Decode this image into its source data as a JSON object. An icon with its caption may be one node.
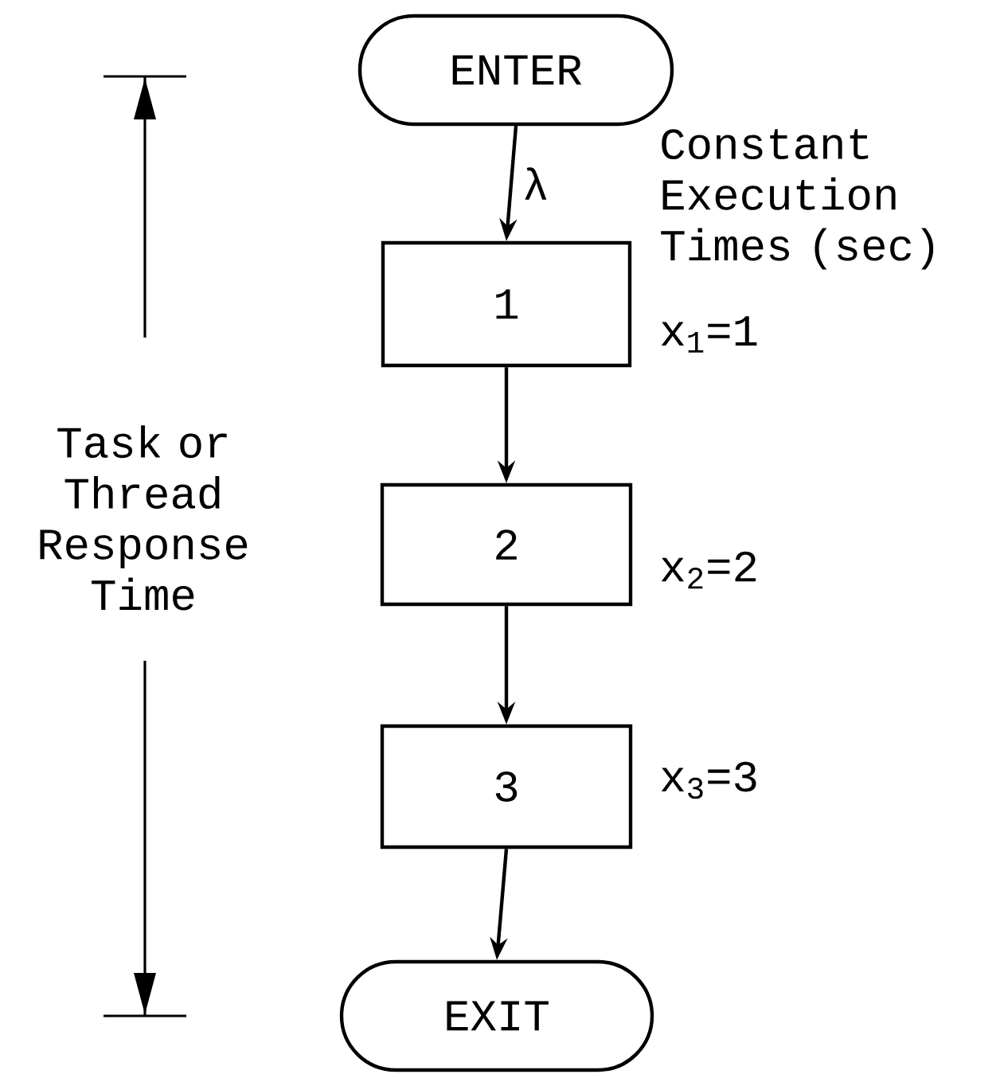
{
  "diagram": {
    "nodes": [
      {
        "text": [
          "ENTER"
        ]
      },
      {
        "text": [
          "1"
        ],
        "beside": [
          "x$_{1}$=1"
        ]
      },
      {
        "text": [
          "2"
        ],
        "beside": [
          "x$_{2}$=2"
        ]
      },
      {
        "text": [
          "3"
        ],
        "beside": [
          "x$_{3}$=3"
        ]
      },
      {
        "text": [
          "EXIT"
        ]
      }
    ],
    "edges": [
      {
        "from": 0,
        "to": 1,
        "arrow": "to",
        "label": "λ"
      },
      {
        "from": 1,
        "to": 2,
        "arrow": "to"
      },
      {
        "from": 2,
        "to": 3,
        "arrow": "to"
      },
      {
        "from": 3,
        "to": 4,
        "arrow": "to"
      }
    ],
    "labels": [
      "Constant Execution Times (sec)",
      "Task or Thread Response Time"
    ]
  }
}
